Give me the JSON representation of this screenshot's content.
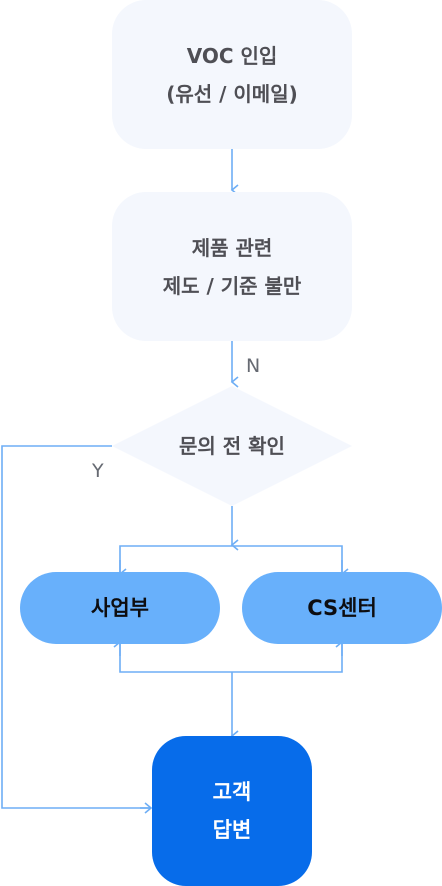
{
  "nodes": {
    "voc": {
      "line1": "VOC 인입",
      "line2": "(유선 / 이메일)"
    },
    "product": {
      "line1": "제품 관련",
      "line2": "제도 / 기준 불만"
    },
    "inquiry": {
      "label": "문의 전 확인"
    },
    "business": {
      "label": "사업부"
    },
    "cs_center": {
      "label": "CS센터"
    },
    "answer": {
      "line1": "고객",
      "line2": "답변"
    }
  },
  "edge_labels": {
    "no": "N",
    "yes": "Y"
  },
  "colors": {
    "line": "#6eaef5",
    "light_fill": "#f4f7fd",
    "pill_fill": "#68b0fb",
    "final_fill": "#076cea"
  }
}
